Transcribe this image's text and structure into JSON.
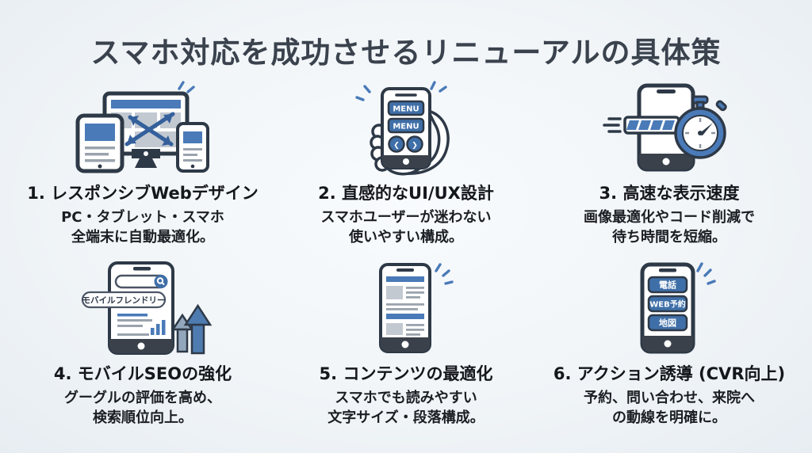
{
  "title": "スマホ対応を成功させるリニューアルの具体策",
  "items": [
    {
      "heading": "1. レスポンシブWebデザイン",
      "desc1": "PC・タブレット・スマホ",
      "desc2": "全端末に自動最適化。",
      "icon": "responsive-web-design-icon"
    },
    {
      "heading": "2. 直感的なUI/UX設計",
      "desc1": "スマホユーザーが迷わない",
      "desc2": "使いやすい構成。",
      "icon": "intuitive-uiux-icon"
    },
    {
      "heading": "3. 高速な表示速度",
      "desc1": "画像最適化やコード削減で",
      "desc2": "待ち時間を短縮。",
      "icon": "fast-loading-icon"
    },
    {
      "heading": "4. モバイルSEOの強化",
      "desc1": "グーグルの評価を高め、",
      "desc2": "検索順位向上。",
      "icon": "mobile-seo-icon"
    },
    {
      "heading": "5. コンテンツの最適化",
      "desc1": "スマホでも読みやすい",
      "desc2": "文字サイズ・段落構成。",
      "icon": "content-optimization-icon"
    },
    {
      "heading": "6. アクション誘導 (CVR向上)",
      "desc1": "予約、問い合わせ、来院へ",
      "desc2": "の動線を明確に。",
      "icon": "cta-guidance-icon"
    }
  ],
  "icon_text": {
    "menu_button_1": "MENU",
    "menu_button_2": "MENU",
    "prev_chevron": "❮",
    "next_chevron": "❯",
    "mobile_friendly_badge": "モバイルフレンドリー",
    "cta_phone_button": "電話",
    "cta_web_reserve_button": "WEB予約",
    "cta_map_button": "地図"
  },
  "colors": {
    "background": "#f1f5f8",
    "title_text": "#3a424d",
    "body_text": "#1b1e23",
    "device_outline": "#2e3947",
    "accent_blue": "#4a7ab8",
    "button_blue": "#3f6fa8"
  }
}
